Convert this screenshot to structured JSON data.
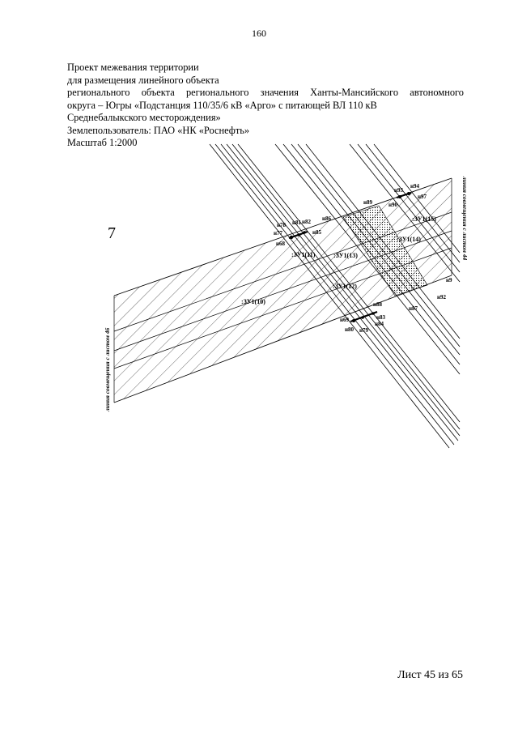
{
  "page_number": "160",
  "header": {
    "line1": "Проект межевания территории",
    "line2": "для размещения линейного объекта",
    "line3": "регионального объекта регионального значения Ханты-Мансийского автономного",
    "line4": "округа – Югры «Подстанция 110/35/6 кВ «Арго» с питающей ВЛ 110 кВ",
    "line5": "Среднебалыкского месторождения»",
    "land_user": "Землепользователь: ПАО «НК «Роснефть»",
    "scale": "Масштаб 1:2000"
  },
  "handwritten_mark": "7",
  "side_labels": {
    "left": "линия совмещения с листом 46",
    "right": "линия совмещения с листом 44"
  },
  "zones": {
    "z10": ":ЗУ1(10)",
    "z11": ":ЗУ1(11)",
    "z12": ":ЗУ1(12)",
    "z13": ":ЗУ1(13)",
    "z14": ":ЗУ1(14)",
    "z15": ":ЗУ1(15)"
  },
  "points": {
    "n68": "н68",
    "n69": "н69",
    "n77": "н77",
    "n78": "н78",
    "n79": "н79",
    "n80": "н80",
    "n81": "н81",
    "n82": "н82",
    "n83": "н83",
    "n84": "н84",
    "n85": "н85",
    "n86": "н86",
    "n87": "н87",
    "n88": "н88",
    "n89": "н89",
    "n90": "н90",
    "n92": "н92",
    "n93": "н93",
    "n94": "н94",
    "n97": "н97",
    "n9": "н9"
  },
  "sheet_label": "Лист 45 из 65"
}
